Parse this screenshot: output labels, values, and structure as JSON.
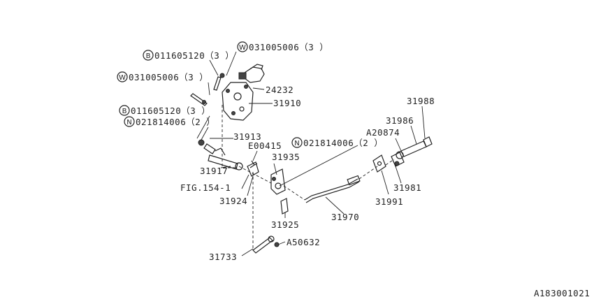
{
  "diagram_id": "A183001021",
  "labels": {
    "b1_part": "011605120（3 ）",
    "w1_part": "031005006（3 ）",
    "w2_part": "031005006（3 ）",
    "p24232": "24232",
    "p31910": "31910",
    "b2_part": "011605120（3 ）",
    "n1_part": "021814006（2 ）",
    "p31913": "31913",
    "e00415": "E00415",
    "n2_part": "021814006（2 ）",
    "p31935": "31935",
    "p31917": "31917",
    "fig": "FIG.154-1",
    "p31924": "31924",
    "p31925": "31925",
    "p31970": "31970",
    "p31988": "31988",
    "p31986": "31986",
    "a20874": "A20874",
    "p31981": "31981",
    "p31991": "31991",
    "a50632": "A50632",
    "p31733": "31733"
  },
  "markers": {
    "bolt": "B",
    "washer": "W",
    "nut": "N"
  }
}
